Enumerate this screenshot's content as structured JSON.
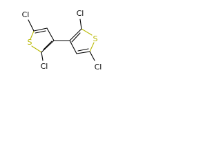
{
  "molecule": {
    "atoms": {
      "cl_top_left": "Cl",
      "s_left": "S",
      "cl_left_bottom": "Cl",
      "cl_right_top": "Cl",
      "s_right": "S",
      "cl_right_bottom": "Cl"
    },
    "colors": {
      "sulfur": "#b8b800",
      "chlorine": "#000000",
      "bond": "#000000"
    }
  }
}
